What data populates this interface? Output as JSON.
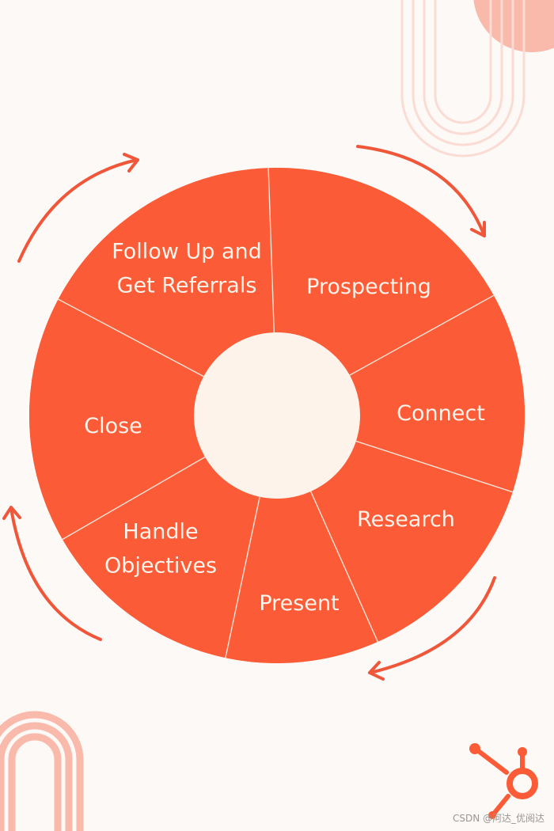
{
  "diagram": {
    "colors": {
      "background": "#fdf9f6",
      "segment": "#fb5b36",
      "divider": "#fde3d6",
      "hub": "#fdf3ea",
      "arrow": "#f0573a",
      "label": "#fdf3ea",
      "decor_pink": "#f9b9ab",
      "decor_light": "#fbdcd4"
    },
    "stages": [
      {
        "id": "prospecting",
        "lines": [
          "Prospecting"
        ]
      },
      {
        "id": "connect",
        "lines": [
          "Connect"
        ]
      },
      {
        "id": "research",
        "lines": [
          "Research"
        ]
      },
      {
        "id": "present",
        "lines": [
          "Present"
        ]
      },
      {
        "id": "handle-objectives",
        "lines": [
          "Handle",
          "Objectives"
        ]
      },
      {
        "id": "close",
        "lines": [
          "Close"
        ]
      },
      {
        "id": "follow-up",
        "lines": [
          "Follow Up and",
          "Get Referrals"
        ]
      }
    ],
    "cycle_direction": "clockwise",
    "logo_icon": "hubspot-sprocket-icon"
  },
  "watermark": "CSDN @阿达_优阅达"
}
